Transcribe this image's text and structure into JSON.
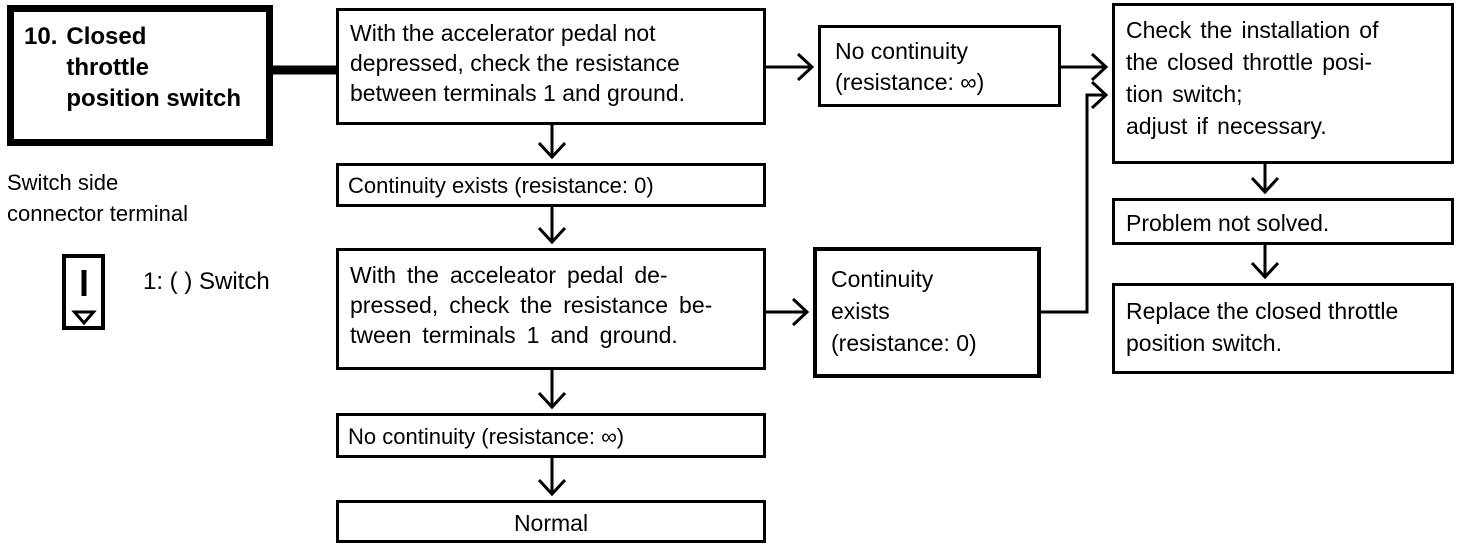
{
  "diagram": {
    "item_number": "10.",
    "item_title": "Closed\nthrottle\nposition switch",
    "side_label": "Switch side\nconnector terminal",
    "legend_text": "1: ( ) Switch",
    "nodes": {
      "step_pedal_not_depressed": "With the accelerator pedal not\ndepressed, check the resistance\nbetween terminals 1 and ground.",
      "result_continuity": "Continuity exists (resistance: 0)",
      "step_pedal_depressed": "With the acceleator pedal de-\npressed, check the resistance be-\ntween terminals 1 and ground.",
      "result_no_continuity": "No continuity (resistance: ∞)",
      "normal": "Normal",
      "branch_no_continuity": "No continuity\n(resistance: ∞)",
      "branch_continuity": "Continuity\nexists\n(resistance: 0)",
      "action_check_installation": "Check the installation of\nthe closed throttle posi-\ntion switch;\nadjust if necessary.",
      "problem_not_solved": "Problem not solved.",
      "action_replace": "Replace the closed throttle\nposition switch."
    }
  }
}
